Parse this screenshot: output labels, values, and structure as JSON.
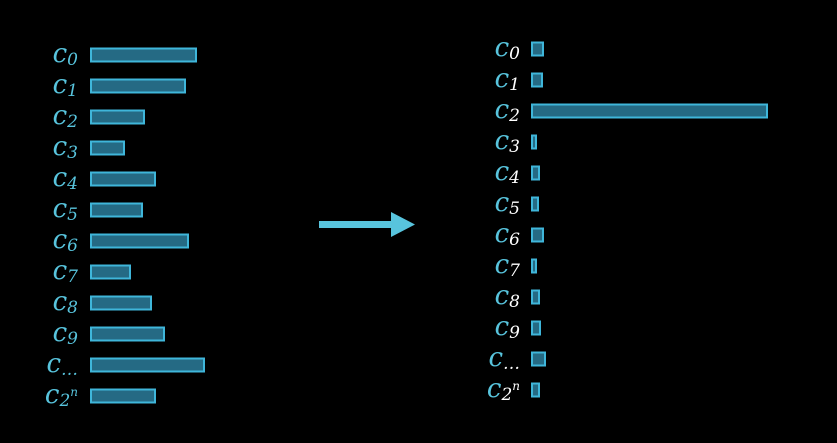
{
  "colors": {
    "background": "#000000",
    "label": "#58c4dd",
    "label_sub": "#ffffff",
    "bar_stroke": "#3fb6da",
    "bar_fill": "#256a84",
    "arrow": "#58c4dd"
  },
  "coefficients": [
    {
      "name": "c",
      "sub": "0"
    },
    {
      "name": "c",
      "sub": "1"
    },
    {
      "name": "c",
      "sub": "2"
    },
    {
      "name": "c",
      "sub": "3"
    },
    {
      "name": "c",
      "sub": "4"
    },
    {
      "name": "c",
      "sub": "5"
    },
    {
      "name": "c",
      "sub": "6"
    },
    {
      "name": "c",
      "sub": "7"
    },
    {
      "name": "c",
      "sub": "8"
    },
    {
      "name": "c",
      "sub": "9"
    },
    {
      "name": "c",
      "sub": "…"
    },
    {
      "name": "c",
      "sub": "2",
      "sup": "n"
    }
  ],
  "left_panel": {
    "label_color_key": "label",
    "magnitudes": [
      105,
      94,
      53,
      33,
      64,
      51,
      97,
      39,
      60,
      73,
      113,
      64
    ]
  },
  "right_panel": {
    "label_color_key": "label_sub",
    "magnitudes": [
      11,
      10,
      235,
      4,
      7,
      6,
      11,
      4,
      7,
      8,
      13,
      7
    ]
  },
  "arrow_icon": "right-arrow"
}
